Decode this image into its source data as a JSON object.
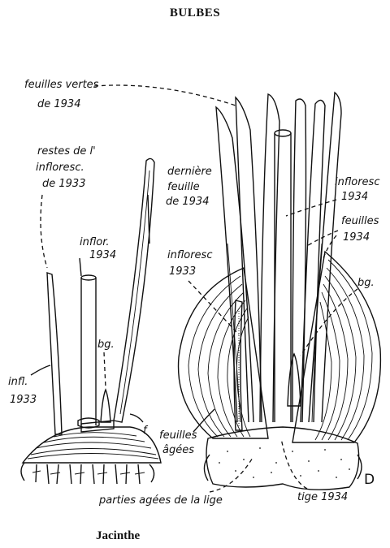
{
  "title": "BULBES",
  "caption": "Jacinthe",
  "labels": {
    "feuilles_vertes_1": "feuilles vertes",
    "feuilles_vertes_2": "de 1934",
    "restes_1": "restes de l'",
    "restes_2": "infloresc.",
    "restes_3": "de 1933",
    "derniere_1": "dernière",
    "derniere_2": "feuille",
    "derniere_3": "de 1934",
    "inflor_1": "inflor.",
    "inflor_2": "1934",
    "bg_left": "bg.",
    "infl_1": "infl.",
    "infl_2": "1933",
    "f_letter": "f",
    "infloresc33_1": "infloresc",
    "infloresc33_2": "1933",
    "infloresc34_1": "infloresc",
    "infloresc34_2": "1934",
    "feuilles34_1": "feuilles",
    "feuilles34_2": "1934",
    "bg_right": "bg.",
    "feuilles_agees_1": "feuilles",
    "feuilles_agees_2": "âgées",
    "parties_agees": "parties agées de la lige",
    "tige": "tige 1934",
    "d_letter": "D"
  }
}
